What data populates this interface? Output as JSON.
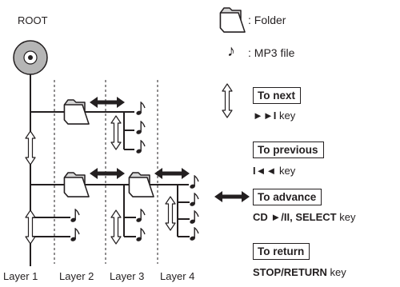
{
  "root_label": "ROOT",
  "legend": {
    "folder_icon": "folder-icon",
    "folder_text": ": Folder",
    "file_icon": "eighth-note-icon",
    "file_glyph": "♪",
    "file_text": ": MP3 file"
  },
  "operations": {
    "next": {
      "box": "To next",
      "key_symbol": "►►I",
      "key_text": " key"
    },
    "previous": {
      "box": "To previous",
      "key_symbol": "I◄◄",
      "key_text": " key"
    },
    "advance": {
      "box": "To advance",
      "key_strong": "CD ►/II, SELECT",
      "key_text": " key"
    },
    "return": {
      "box": "To return",
      "key_strong": "STOP/RETURN",
      "key_text": " key"
    }
  },
  "layers": [
    "Layer 1",
    "Layer 2",
    "Layer 3",
    "Layer 4"
  ],
  "colors": {
    "ink": "#231f20",
    "disc": "#b5b5b5"
  }
}
